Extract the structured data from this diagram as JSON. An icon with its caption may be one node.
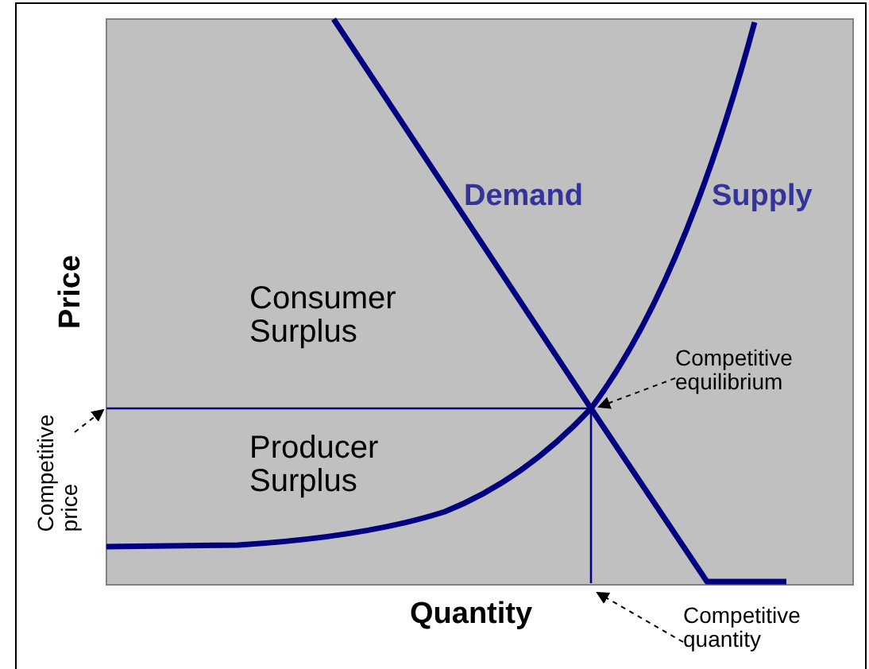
{
  "diagram": {
    "nodes": [
      {
        "text": [
          "Competitive price"
        ]
      },
      {
        "text": [
          "Competitive equilibrium"
        ]
      },
      {
        "text": [
          "Competitive quantity"
        ]
      }
    ],
    "edges": [
      {
        "from": 0,
        "to": null,
        "arrow": "to",
        "style": "dashed"
      },
      {
        "from": 1,
        "to": null,
        "arrow": "to",
        "style": "dashed"
      },
      {
        "from": 2,
        "to": null,
        "arrow": "to",
        "style": "dashed"
      }
    ],
    "labels": [
      "Demand",
      "Supply",
      "Price",
      "Consumer Surplus",
      "Producer Surplus",
      "Quantity"
    ]
  }
}
